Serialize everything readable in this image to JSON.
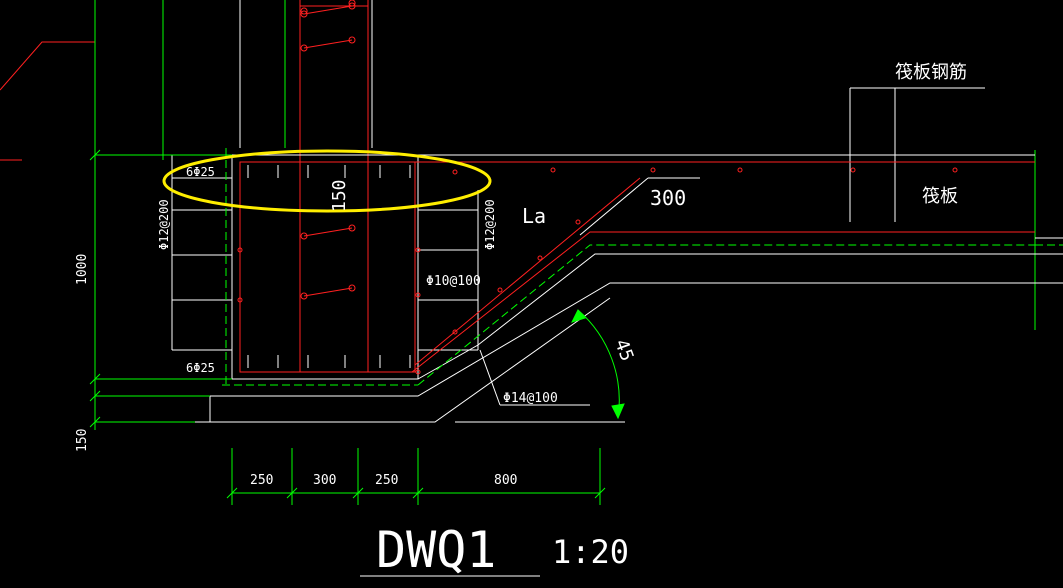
{
  "labels": {
    "raft_rebar": "筏板钢筋",
    "raft": "筏板",
    "top_bars": "6Φ25",
    "bottom_bars": "6Φ25",
    "left_stirrup": "Φ12@200",
    "right_stirrup": "Φ12@200",
    "dim_150_inner": "150",
    "anchorage": "La",
    "dim_300_slope": "300",
    "middle_bars": "Φ10@100",
    "slope_bars": "Φ14@100",
    "angle": "45",
    "dim_1000": "1000",
    "dim_150_left": "150",
    "dim_250_a": "250",
    "dim_300_mid": "300",
    "dim_250_b": "250",
    "dim_800": "800",
    "drawing_title": "DWQ1",
    "scale": "1:20"
  },
  "colors": {
    "background": "#000000",
    "rebar": "#ff2020",
    "concrete_line": "#ffffff",
    "dimension": "#00ff00",
    "highlight": "#ffee00",
    "text": "#ffffff"
  }
}
